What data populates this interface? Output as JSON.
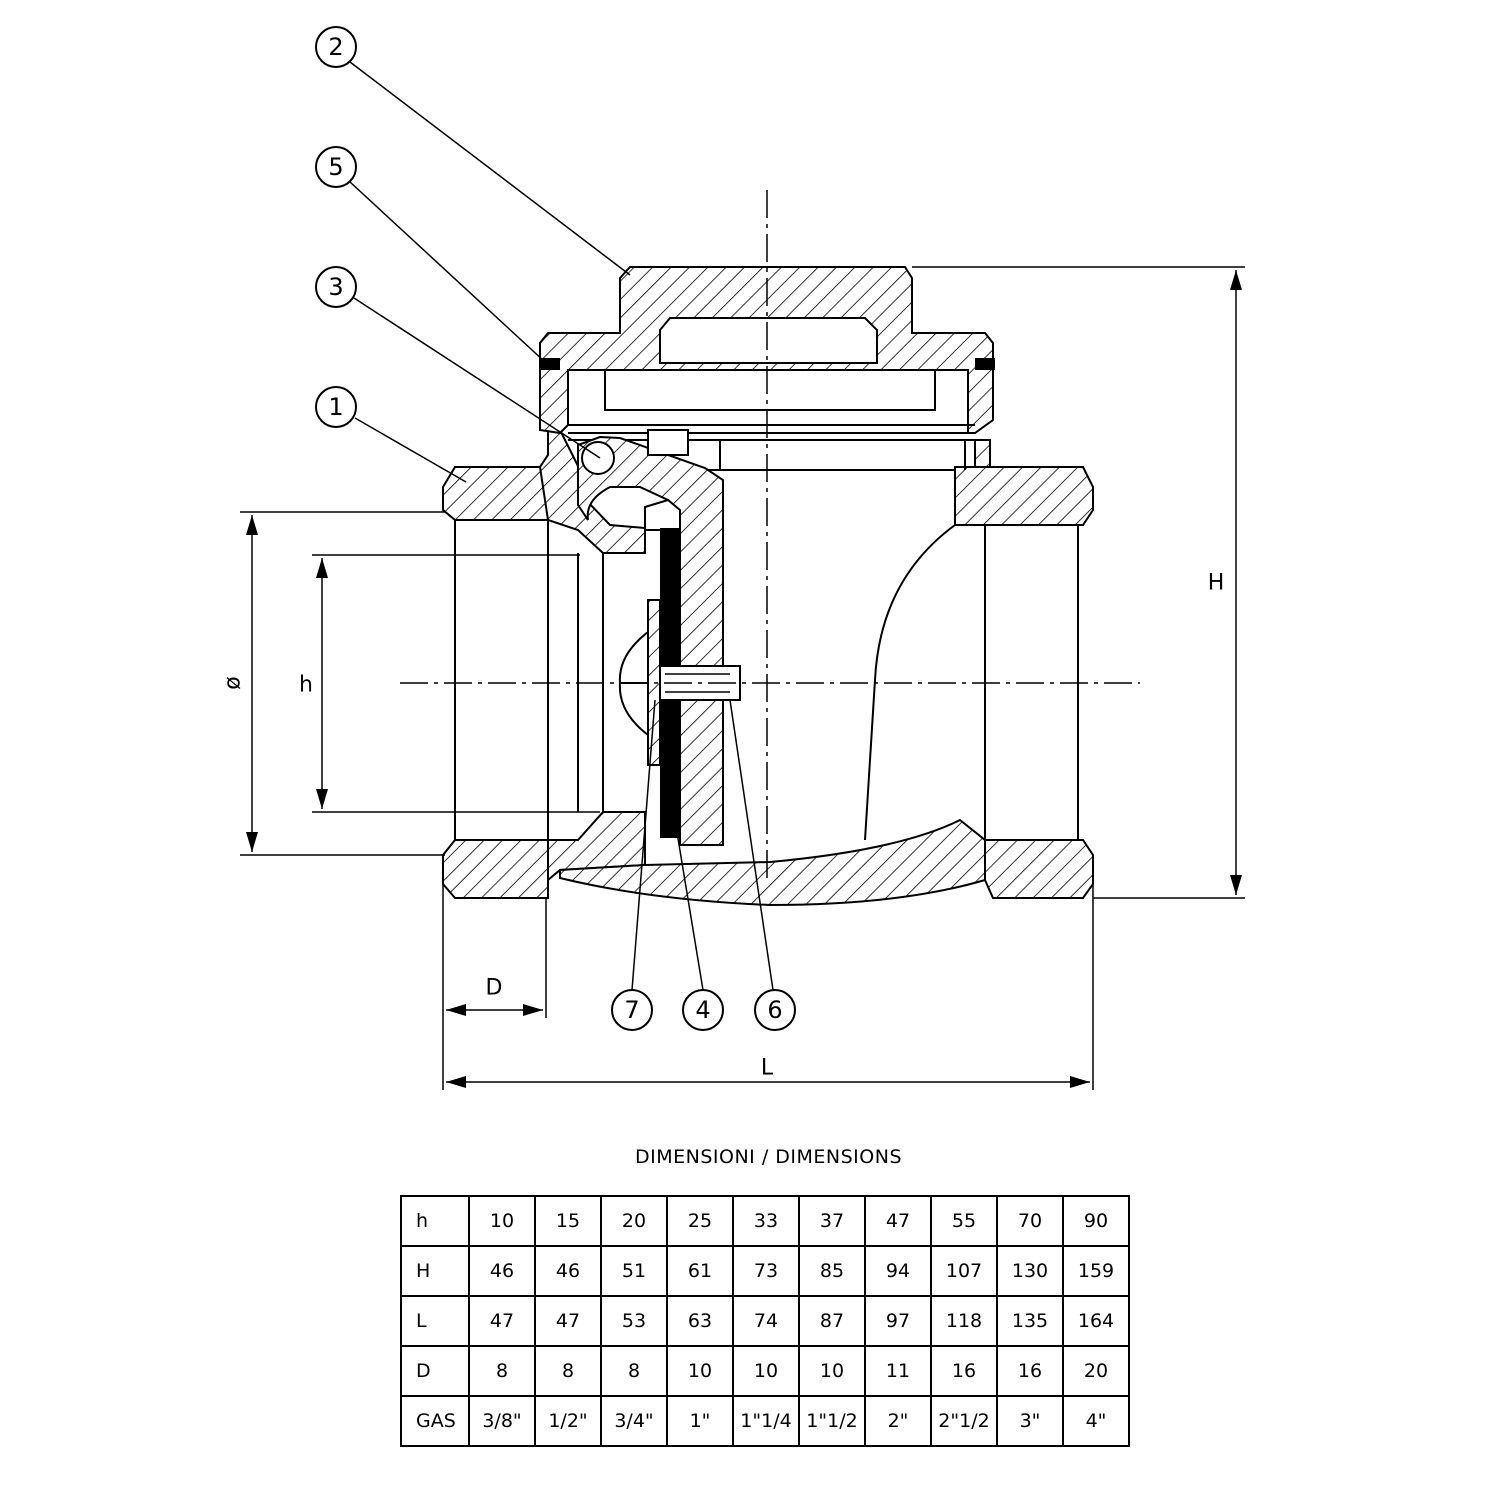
{
  "callouts": [
    "2",
    "5",
    "3",
    "1",
    "7",
    "4",
    "6"
  ],
  "dimension_labels": {
    "phi": "ø",
    "h": "h",
    "H": "H",
    "D": "D",
    "L": "L"
  },
  "table": {
    "title": "DIMENSIONI / DIMENSIONS",
    "rows": [
      {
        "label": "h",
        "values": [
          "10",
          "15",
          "20",
          "25",
          "33",
          "37",
          "47",
          "55",
          "70",
          "90"
        ]
      },
      {
        "label": "H",
        "values": [
          "46",
          "46",
          "51",
          "61",
          "73",
          "85",
          "94",
          "107",
          "130",
          "159"
        ]
      },
      {
        "label": "L",
        "values": [
          "47",
          "47",
          "53",
          "63",
          "74",
          "87",
          "97",
          "118",
          "135",
          "164"
        ]
      },
      {
        "label": "D",
        "values": [
          "8",
          "8",
          "8",
          "10",
          "10",
          "10",
          "11",
          "16",
          "16",
          "20"
        ]
      },
      {
        "label": "GAS",
        "values": [
          "3/8\"",
          "1/2\"",
          "3/4\"",
          "1\"",
          "1\"1/4",
          "1\"1/2",
          "2\"",
          "2\"1/2",
          "3\"",
          "4\""
        ]
      }
    ]
  }
}
